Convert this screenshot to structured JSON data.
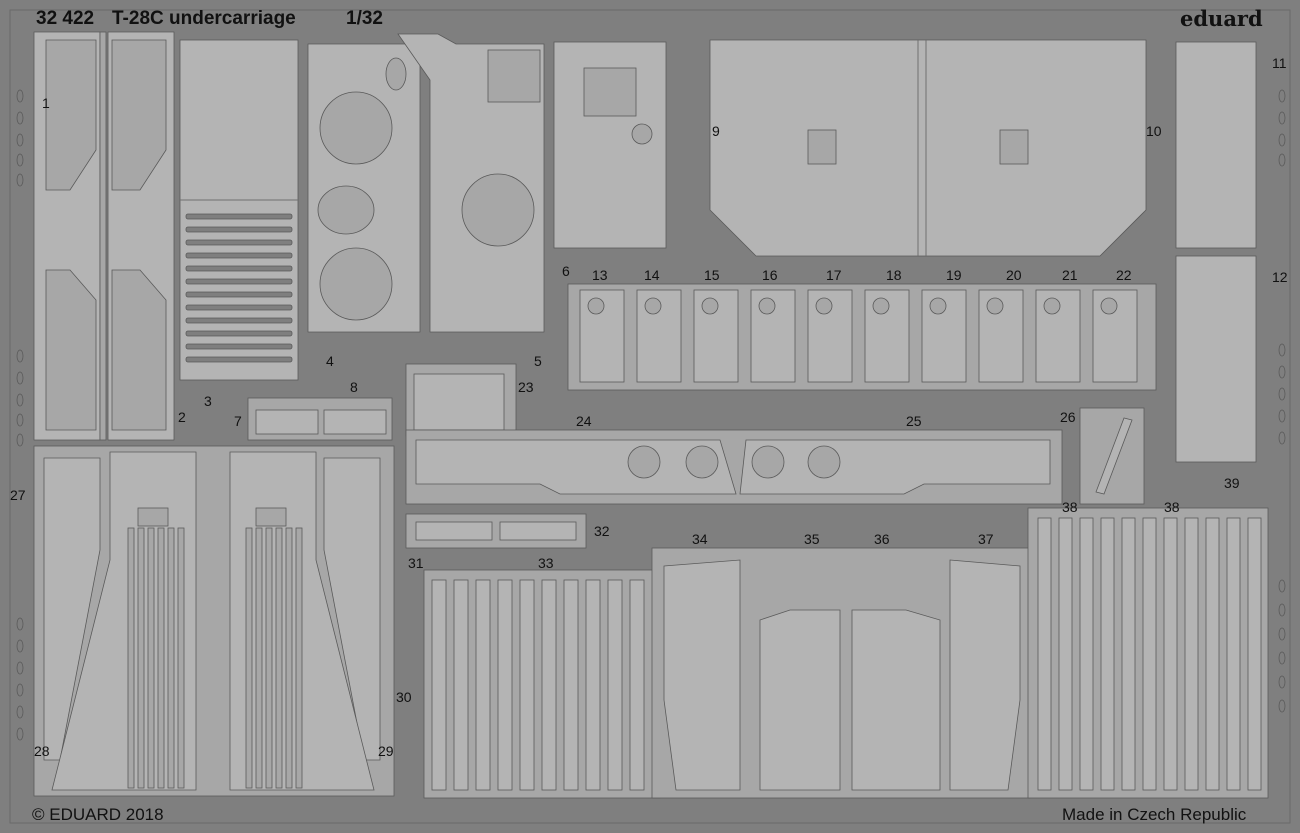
{
  "header": {
    "code": "32 422",
    "title": "T-28C undercarriage",
    "scale": "1/32",
    "brand": "eduard"
  },
  "footer": {
    "copyright": "© EDUARD 2018",
    "origin": "Made in Czech Republic"
  },
  "parts": {
    "p1": "1",
    "p2": "2",
    "p3": "3",
    "p4": "4",
    "p5": "5",
    "p6": "6",
    "p7": "7",
    "p8": "8",
    "p9": "9",
    "p10": "10",
    "p11": "11",
    "p12": "12",
    "p13": "13",
    "p14": "14",
    "p15": "15",
    "p16": "16",
    "p17": "17",
    "p18": "18",
    "p19": "19",
    "p20": "20",
    "p21": "21",
    "p22": "22",
    "p23": "23",
    "p24": "24",
    "p25": "25",
    "p26": "26",
    "p27": "27",
    "p28": "28",
    "p29": "29",
    "p30": "30",
    "p31": "31",
    "p32": "32",
    "p33": "33",
    "p34": "34",
    "p35": "35",
    "p36": "36",
    "p37": "37",
    "p38a": "38",
    "p38b": "38",
    "p39": "39"
  }
}
